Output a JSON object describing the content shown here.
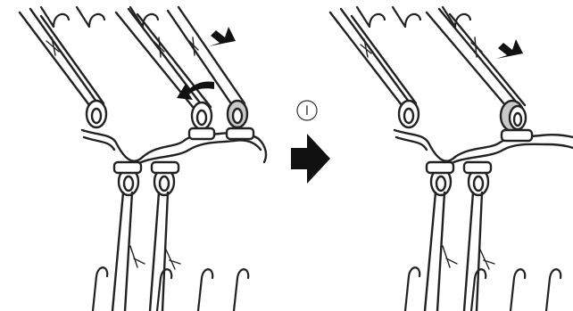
{
  "figure": {
    "step_marker": "Ⅰ",
    "step_marker_meaning": "",
    "panels": [
      {
        "id": "before",
        "arrows": [
          "up-right-arrow",
          "left-curved-arrow"
        ]
      },
      {
        "id": "after",
        "arrows": [
          "up-right-arrow"
        ]
      }
    ],
    "transition_arrow": "right-arrow",
    "colors": {
      "ink": "#222222",
      "shade": "#c9c9c9",
      "arrow": "#111111"
    }
  }
}
